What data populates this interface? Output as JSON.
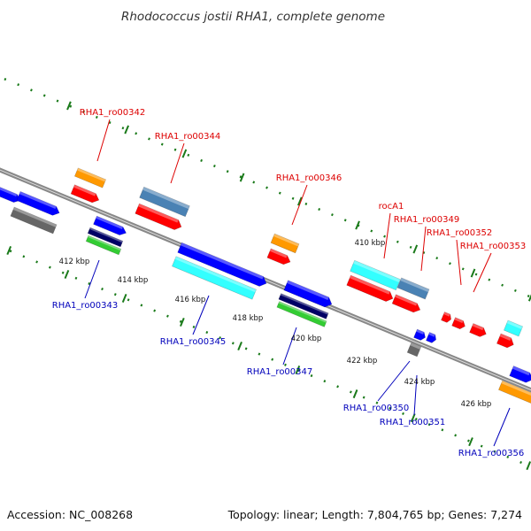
{
  "title": "Rhodococcus jostii RHA1, complete genome",
  "footer": {
    "accession": "Accession: NC_008268",
    "summary": "Topology: linear; Length: 7,804,765 bp; Genes: 7,274"
  },
  "colors": {
    "backbone": "#888888",
    "tick": "#1a7a1a",
    "label_top": "#dd0000",
    "label_bottom": "#0000bb",
    "leader": "#444444",
    "gene_blue": "#0000ff",
    "gene_red": "#ff0000",
    "gene_orange": "#ff9900",
    "gene_steel": "#4a82b4",
    "gene_cyan": "#33ffff",
    "gene_gray": "#666666",
    "gene_navy": "#000066",
    "gene_green": "#33cc33"
  },
  "scale": {
    "unit": "kbp",
    "ticks": [
      "410 kbp",
      "412 kbp",
      "414 kbp",
      "416 kbp",
      "418 kbp",
      "420 kbp",
      "422 kbp",
      "424 kbp",
      "426 kbp"
    ]
  },
  "labels": {
    "top": [
      "RHA1_ro00342",
      "RHA1_ro00344",
      "RHA1_ro00346",
      "rocA1",
      "RHA1_ro00349",
      "RHA1_ro00352",
      "RHA1_ro00353"
    ],
    "bottom": [
      "RHA1_ro00343",
      "RHA1_ro00345",
      "RHA1_ro00347",
      "RHA1_ro00350",
      "RHA1_ro00351",
      "RHA1_ro00356"
    ]
  }
}
